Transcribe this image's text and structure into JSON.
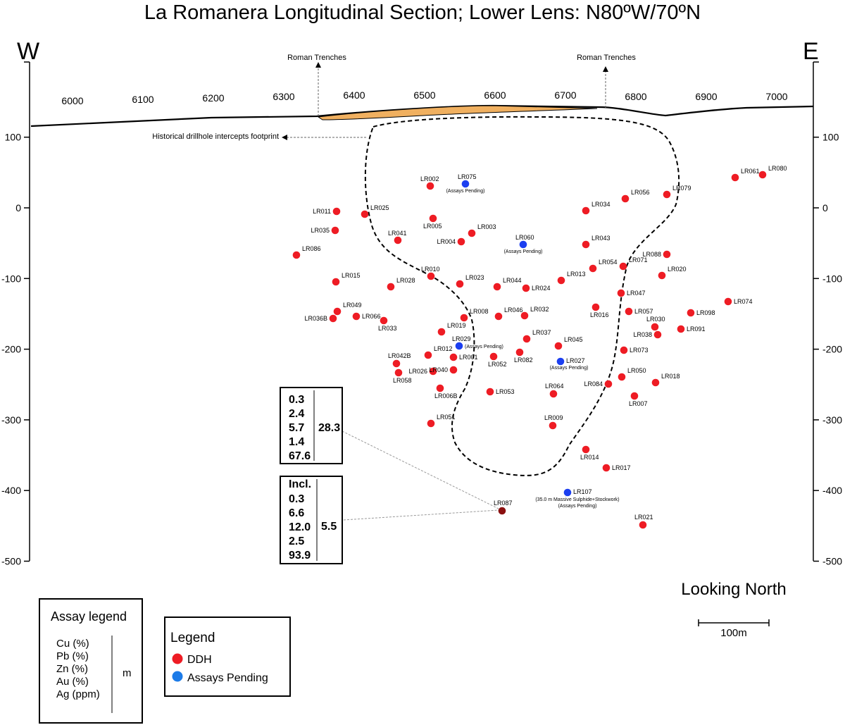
{
  "title": "La Romanera Longitudinal Section; Lower Lens: N80ºW/70ºN",
  "compass": {
    "west": "W",
    "east": "E"
  },
  "view_label": "Looking North",
  "scale_bar_label": "100m",
  "trench_labels": [
    "Roman Trenches",
    "Roman Trenches"
  ],
  "footprint_label": "Historical drillhole intercepts footprint",
  "axis": {
    "x_ticks": [
      6000,
      6100,
      6200,
      6300,
      6400,
      6500,
      6600,
      6700,
      6800,
      6900,
      7000
    ],
    "y_ticks": [
      100,
      0,
      -100,
      -200,
      -300,
      -400,
      -500
    ]
  },
  "colors": {
    "ddh": "#ee1c24",
    "pending": "#1c3ff0",
    "highlight": "#8b1010",
    "lens": "#f0b060"
  },
  "drillholes": [
    {
      "id": "LR002",
      "type": "ddh"
    },
    {
      "id": "LR075",
      "type": "pending",
      "note": "(Assays Pending)"
    },
    {
      "id": "LR061",
      "type": "ddh"
    },
    {
      "id": "LR080",
      "type": "ddh"
    },
    {
      "id": "LR056",
      "type": "ddh"
    },
    {
      "id": "LR079",
      "type": "ddh"
    },
    {
      "id": "LR011",
      "type": "ddh"
    },
    {
      "id": "LR025",
      "type": "ddh"
    },
    {
      "id": "LR034",
      "type": "ddh"
    },
    {
      "id": "LR005",
      "type": "ddh"
    },
    {
      "id": "LR035",
      "type": "ddh"
    },
    {
      "id": "LR003",
      "type": "ddh"
    },
    {
      "id": "LR041",
      "type": "ddh"
    },
    {
      "id": "LR004",
      "type": "ddh"
    },
    {
      "id": "LR060",
      "type": "pending",
      "note": "(Assays Pending)"
    },
    {
      "id": "LR043",
      "type": "ddh"
    },
    {
      "id": "LR086",
      "type": "ddh"
    },
    {
      "id": "LR088",
      "type": "ddh"
    },
    {
      "id": "LR054",
      "type": "ddh"
    },
    {
      "id": "LR071",
      "type": "ddh"
    },
    {
      "id": "LR020",
      "type": "ddh"
    },
    {
      "id": "LR010",
      "type": "ddh"
    },
    {
      "id": "LR013",
      "type": "ddh"
    },
    {
      "id": "LR015",
      "type": "ddh"
    },
    {
      "id": "LR028",
      "type": "ddh"
    },
    {
      "id": "LR023",
      "type": "ddh"
    },
    {
      "id": "LR044",
      "type": "ddh"
    },
    {
      "id": "LR024",
      "type": "ddh"
    },
    {
      "id": "LR047",
      "type": "ddh"
    },
    {
      "id": "LR074",
      "type": "ddh"
    },
    {
      "id": "LR049",
      "type": "ddh"
    },
    {
      "id": "LR008",
      "type": "ddh"
    },
    {
      "id": "LR046",
      "type": "ddh"
    },
    {
      "id": "LR032",
      "type": "ddh"
    },
    {
      "id": "LR016",
      "type": "ddh"
    },
    {
      "id": "LR057",
      "type": "ddh"
    },
    {
      "id": "LR098",
      "type": "ddh"
    },
    {
      "id": "LR036B",
      "type": "ddh"
    },
    {
      "id": "LR066",
      "type": "ddh"
    },
    {
      "id": "LR033",
      "type": "ddh"
    },
    {
      "id": "LR030",
      "type": "ddh"
    },
    {
      "id": "LR091",
      "type": "ddh"
    },
    {
      "id": "LR038",
      "type": "ddh"
    },
    {
      "id": "LR019",
      "type": "ddh"
    },
    {
      "id": "LR037",
      "type": "ddh"
    },
    {
      "id": "LR029",
      "type": "pending",
      "note": "(Assays Pending)"
    },
    {
      "id": "LR045",
      "type": "ddh"
    },
    {
      "id": "LR073",
      "type": "ddh"
    },
    {
      "id": "LR042B",
      "type": "ddh"
    },
    {
      "id": "LR012",
      "type": "ddh"
    },
    {
      "id": "LR001",
      "type": "ddh"
    },
    {
      "id": "LR082",
      "type": "ddh"
    },
    {
      "id": "LR027",
      "type": "pending",
      "note": "(Assays Pending)"
    },
    {
      "id": "LR052",
      "type": "ddh"
    },
    {
      "id": "LR026",
      "type": "ddh"
    },
    {
      "id": "LR040",
      "type": "ddh"
    },
    {
      "id": "LR050",
      "type": "ddh"
    },
    {
      "id": "LR018",
      "type": "ddh"
    },
    {
      "id": "LR058",
      "type": "ddh"
    },
    {
      "id": "LR084",
      "type": "ddh"
    },
    {
      "id": "LR006B",
      "type": "ddh"
    },
    {
      "id": "LR053",
      "type": "ddh"
    },
    {
      "id": "LR064",
      "type": "ddh"
    },
    {
      "id": "LR007",
      "type": "ddh"
    },
    {
      "id": "LR051",
      "type": "ddh"
    },
    {
      "id": "LR009",
      "type": "ddh"
    },
    {
      "id": "LR014",
      "type": "ddh"
    },
    {
      "id": "LR017",
      "type": "ddh"
    },
    {
      "id": "LR107",
      "type": "pending",
      "note": "(35.0 m Massive Sulphide+Stockwork)",
      "note2": "(Assays Pending)"
    },
    {
      "id": "LR087",
      "type": "highlight"
    },
    {
      "id": "LR021",
      "type": "ddh"
    }
  ],
  "callout_1": {
    "values": [
      "0.3",
      "2.4",
      "5.7",
      "1.4",
      "67.6"
    ],
    "length": "28.3"
  },
  "callout_2": {
    "values": [
      "Incl.",
      "0.3",
      "6.6",
      "12.0",
      "2.5",
      "93.9"
    ],
    "length": "5.5"
  },
  "assay_legend": {
    "title": "Assay legend",
    "rows": [
      "Cu (%)",
      "Pb (%)",
      "Zn (%)",
      "Au (%)",
      "Ag (ppm)"
    ],
    "length_label": "m"
  },
  "legend": {
    "title": "Legend",
    "items": [
      {
        "label": "DDH",
        "color": "#ee1c24"
      },
      {
        "label": "Assays Pending",
        "color": "#1c7be8"
      }
    ]
  }
}
